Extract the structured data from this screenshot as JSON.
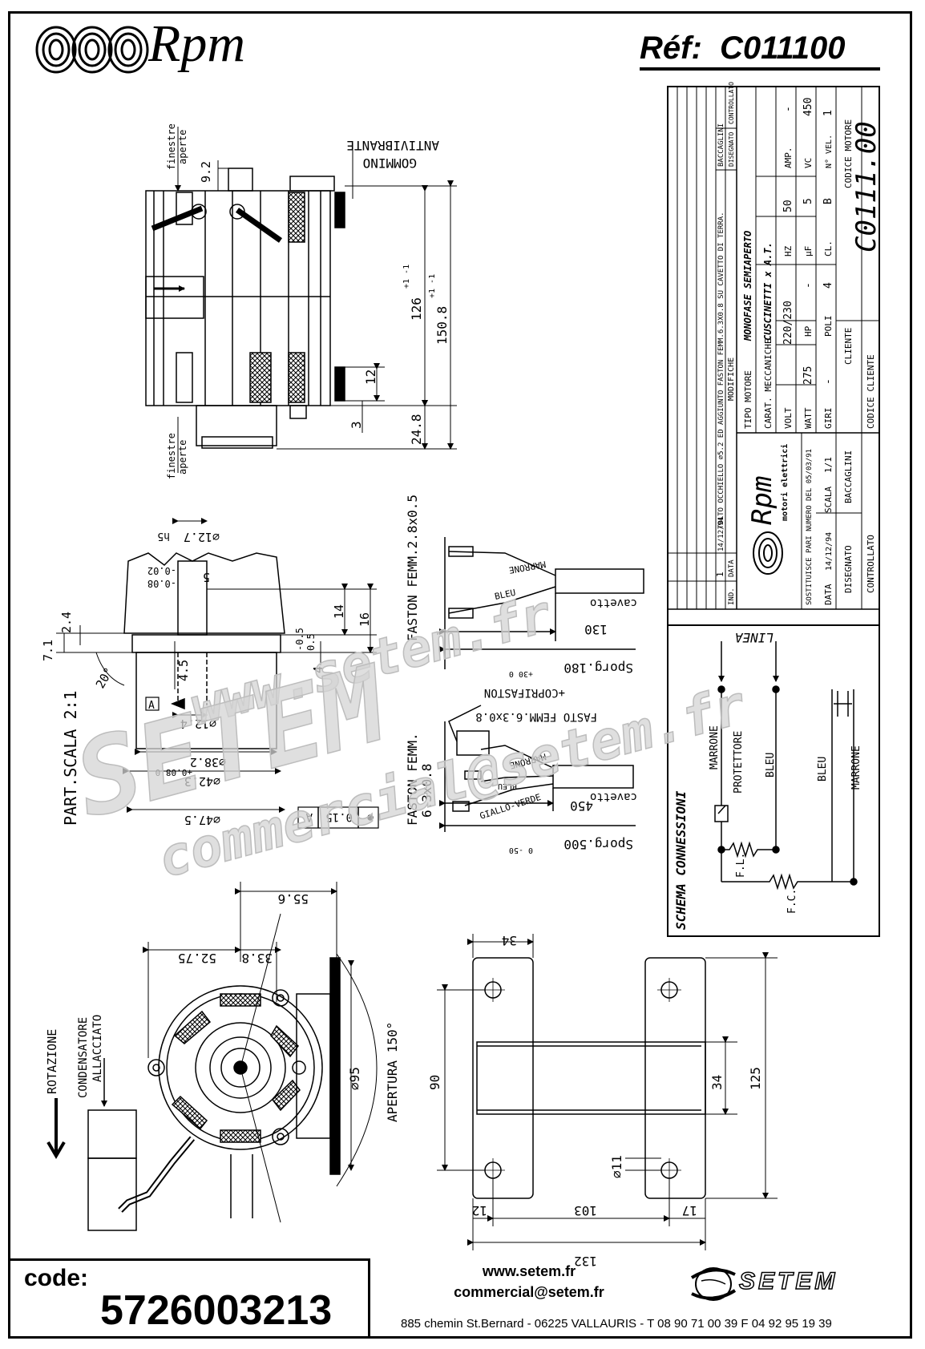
{
  "header": {
    "brand": "Rpm",
    "ref_label": "Réf:",
    "ref_code": "C011100"
  },
  "title_block": {
    "change_note_2": "TOLTO OCCHIELLO ⌀5.2 ED AGGIUNTO FASTON FEMM.6.3X0.8 SU CAVETTO DI TERRA.",
    "change_signer": "BACCAGLINI",
    "changes_header": "MODIFICHE",
    "designed_header": "DISEGNATO",
    "checked_header": "CONTROLLATO",
    "rev_no": "1",
    "rev_date": "14/12/94",
    "ind_label": "IND.",
    "date_label": "DATA",
    "motor_type_label": "TIPO MOTORE",
    "motor_type": "MONOFASE SEMIAPERTO",
    "mech_label": "CARAT. MECCANICHE",
    "mech": "CUSCINETTI x A.T.",
    "volt_label": "VOLT",
    "volt": "220/230",
    "hz_label": "HZ",
    "hz": "50",
    "amp_label": "AMP.",
    "amp": "-",
    "watt_label": "WATT",
    "watt": "275",
    "hp_label": "HP",
    "hp": "-",
    "uf_label": "µF",
    "uf": "5",
    "vc_label": "VC",
    "vc": "450",
    "giri_label": "GIRI",
    "giri": "-",
    "poli_label": "POLI",
    "poli": "4",
    "cl_label": "CL.",
    "cl": "B",
    "vel_label": "N° VEL.",
    "vel": "1",
    "cliente_label": "CLIENTE",
    "codice_motore_label": "CODICE MOTORE",
    "codice_motore": "C0111.00",
    "codice_cliente_label": "CODICE CLIENTE",
    "maker": "Rpm",
    "maker_sub": "motori elettrici",
    "replaces": "SOSTITUISCE PARI NUMERO DEL  05/03/91",
    "data_label": "DATA",
    "data_val": "14/12/94",
    "scala_label": "SCALA",
    "scala_val": "1/1",
    "designed_label": "DISEGNATO",
    "designed_by": "BACCAGLINI",
    "checked_label": "CONTROLLATO"
  },
  "side_view": {
    "gommino": "GOMMINO",
    "antivibrante": "ANTIVIBRANTE",
    "finestre_top": "finestre",
    "aperte_top": "aperte",
    "finestre_bot": "finestre",
    "aperte_bot": "aperte",
    "d9_2": "9.2",
    "d126": "126",
    "d126_tol": "+1 -1",
    "d150": "150.8",
    "d150_tol": "+1 -1",
    "d12": "12",
    "d3": "3",
    "d24": "24.8"
  },
  "detail": {
    "title": "PART.SCALA 2:1",
    "d12_7": "⌀12.7",
    "h5": "h5",
    "d5": "5",
    "tol_002": "-0.02",
    "tol_008": "-0.08",
    "d7_1": "7.1",
    "d2_4": "2.4",
    "d0_5": "0.5",
    "d0_5b": "-0.5",
    "d14": "14",
    "d16": "16",
    "d4": "4",
    "d4_5": "4.5",
    "d20": "20°",
    "datum": "A",
    "d12_4": "⌀12.4",
    "d38_2": "⌀38.2",
    "d38_2_tol": "+0.08  0",
    "d42_3": "⌀42.3",
    "d47_5": "⌀47.5",
    "tol_val": "0.15",
    "tol_ref": "A"
  },
  "cables": {
    "faston1": "FASTON FEMM.2.8x0.5",
    "marrone1": "MARRONE",
    "bleu1": "BLEU",
    "cavetto1": "cavetto",
    "d130": "130",
    "sporg1": "Sporg.180",
    "sporg1_tol": "+30  0",
    "faston2": "FASTON FEMM.",
    "faston2b": "6.3x0.8",
    "copri": "+COPRIFASTON",
    "fasto2": "FASTO FEMM.6.3x0.8",
    "marrone2": "MARRONE",
    "bleu2": "BLEU",
    "giallo": "GIALLO-VERDE",
    "cavetto2": "cavetto",
    "d450": "450",
    "sporg2": "Sporg.500",
    "sporg2_tol": "0  -50"
  },
  "schema": {
    "title": "SCHEMA CONNESSIONI",
    "linea": "LINEA",
    "marrone": "MARRONE",
    "protettore": "PROTETTORE",
    "bleu": "BLEU",
    "bleu2": "BLEU",
    "marrone2": "MARRONE",
    "fl": "F.L.",
    "fc": "F.C."
  },
  "front_view": {
    "rotazione": "ROTAZIONE",
    "condensatore": "CONDENSATORE",
    "allacciato": "ALLACCIATO",
    "d55_6": "55.6",
    "d52_75": "52.75",
    "d33_8": "33.8",
    "d95": "⌀95",
    "apertura": "APERTURA 150°"
  },
  "bracket": {
    "d34a": "34",
    "d90": "90",
    "d34b": "34",
    "d125": "125",
    "d11": "⌀11",
    "d12": "12",
    "d103": "103",
    "d17": "17",
    "d132": "132"
  },
  "watermark": {
    "line1": "www.setem.fr",
    "line2": "SETEM",
    "line3": "commercial@setem.fr"
  },
  "footer": {
    "code_label": "code:",
    "code_value": "5726003213",
    "website": "www.setem.fr",
    "email": "commercial@setem.fr",
    "address": "885 chemin St.Bernard  -  06225 VALLAURIS  -  T 08 90 71 00 39   F 04 92 95 19 39",
    "logo": "SETEM"
  }
}
